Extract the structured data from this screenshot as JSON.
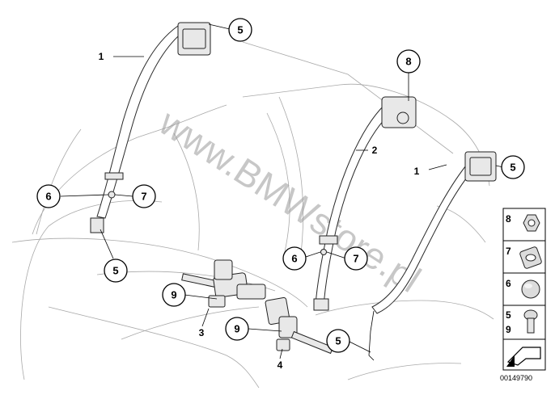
{
  "watermark": "www.BMWstore.pl",
  "document_number": "00149790",
  "callouts": {
    "c5a": "5",
    "c8": "8",
    "c5b": "5",
    "c6a": "6",
    "c7a": "7",
    "c5c": "5",
    "c6b": "6",
    "c7b": "7",
    "c9a": "9",
    "c9b": "9",
    "c5d": "5"
  },
  "part_labels": {
    "l1a": "1",
    "l2": "2",
    "l1b": "1",
    "l3": "3",
    "l4": "4"
  },
  "legend": {
    "r8": "8",
    "r7": "7",
    "r6": "6",
    "r5": "5",
    "r9": "9"
  }
}
